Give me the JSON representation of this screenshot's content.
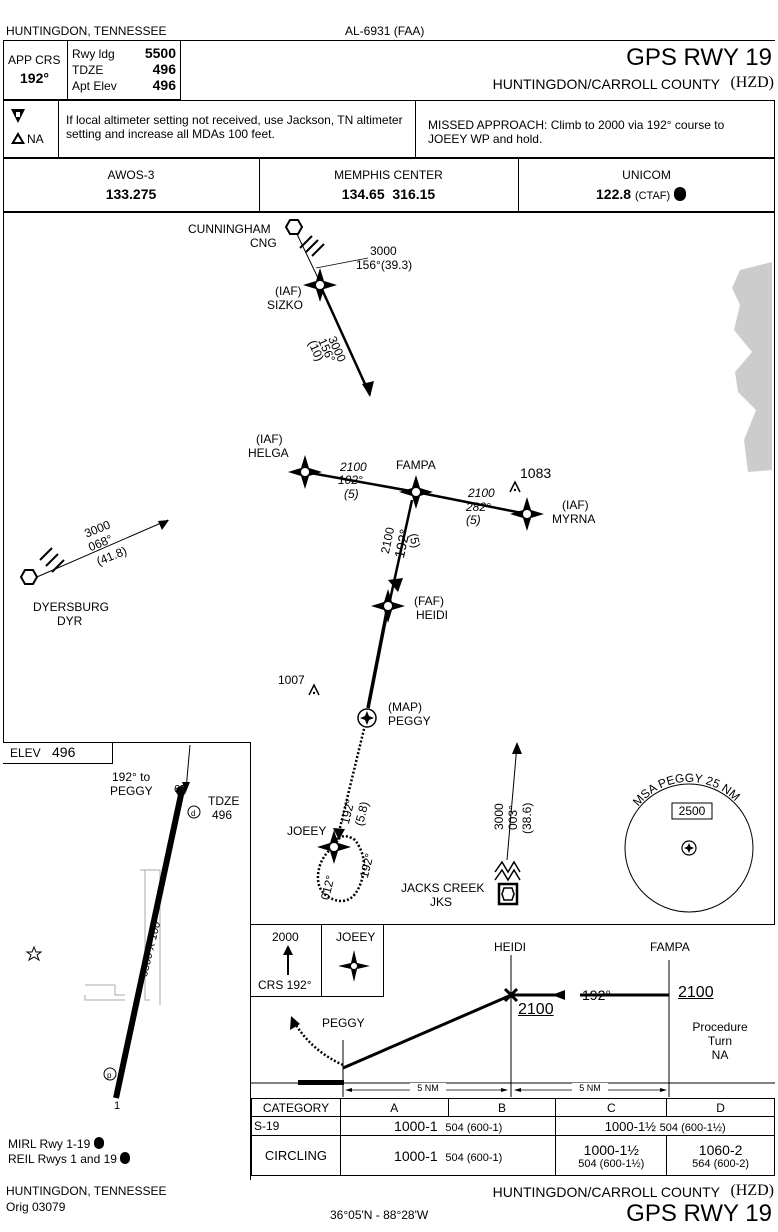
{
  "header": {
    "city_top": "HUNTINGDON, TENNESSEE",
    "chart_id": "AL-6931 (FAA)",
    "procedure": "GPS RWY 19",
    "airport": "HUNTINGDON/CARROLL COUNTY",
    "airport_id": "(HZD)",
    "app_crs_label": "APP CRS",
    "app_crs_value": "192°",
    "rwy_ldg_label": "Rwy ldg",
    "rwy_ldg_value": "5500",
    "tdze_label": "TDZE",
    "tdze_value": "496",
    "apt_elev_label": "Apt Elev",
    "apt_elev_value": "496"
  },
  "notes": {
    "alt_symbol": "T",
    "na_label": "NA",
    "altimeter_note": "If local altimeter setting not received, use Jackson, TN altimeter setting and increase all MDAs 100 feet.",
    "missed_approach": "MISSED APPROACH: Climb to 2000 via 192° course to JOEEY WP and hold."
  },
  "comms": [
    {
      "name": "AWOS-3",
      "freq": "133.275",
      "extra": ""
    },
    {
      "name": "MEMPHIS CENTER",
      "freq": "134.65  316.15",
      "extra": ""
    },
    {
      "name": "UNICOM",
      "freq": "122.8",
      "extra": "(CTAF)"
    }
  ],
  "plan": {
    "cunningham": "CUNNINGHAM",
    "cng": "CNG",
    "sizko_iaf": "(IAF)",
    "sizko": "SIZKO",
    "cng_alt": "3000",
    "cng_crs": "156°(39.3)",
    "leg1_alt": "3000",
    "leg1_crs": "156°",
    "leg1_dist": "(10)",
    "helga_iaf": "(IAF)",
    "helga": "HELGA",
    "fampa": "FAMPA",
    "helga_alt": "2100",
    "helga_crs": "102°",
    "helga_dist": "(5)",
    "myrna_alt": "2100",
    "myrna_crs": "282°",
    "myrna_dist": "(5)",
    "myrna_iaf": "(IAF)",
    "myrna": "MYRNA",
    "obs1": "1083",
    "dyr_alt": "3000",
    "dyr_crs": "068°",
    "dyr_dist": "(41.8)",
    "dyersburg": "DYERSBURG",
    "dyr": "DYR",
    "final_alt": "2100",
    "final_crs": "192°",
    "final_dist": "(5)",
    "heidi_faf": "(FAF)",
    "heidi": "HEIDI",
    "obs2": "1007",
    "peggy_map": "(MAP)",
    "peggy": "PEGGY",
    "miss_crs": "192°",
    "miss_dist": "(5.8)",
    "joeey": "JOEEY",
    "hold_out": "012°",
    "hold_in": "192°",
    "jks_alt": "3000",
    "jks_crs": "003°",
    "jks_dist": "(38.6)",
    "jacks_creek": "JACKS CREEK",
    "jks": "JKS",
    "msa_title": "MSA PEGGY 25 NM",
    "msa_alt": "2500"
  },
  "airport_sketch": {
    "elev_label": "ELEV",
    "elev_value": "496",
    "crs_note_line1": "192° to",
    "crs_note_line2": "PEGGY",
    "rwy_end_19": "19",
    "rwy_end_1": "1",
    "tdze_label": "TDZE",
    "tdze_value": "496",
    "rwy_dims": "5500 X 100",
    "lighting1": "MIRL Rwy 1-19",
    "lighting2": "REIL Rwys 1 and 19"
  },
  "profile": {
    "ma_alt": "2000",
    "ma_fix": "JOEEY",
    "ma_crs": "CRS 192°",
    "heidi": "HEIDI",
    "fampa": "FAMPA",
    "crs": "192°",
    "heidi_alt": "2100",
    "fampa_alt": "2100",
    "peggy": "PEGGY",
    "pt_note_1": "Procedure",
    "pt_note_2": "Turn",
    "pt_note_3": "NA",
    "dist1": "5 NM",
    "dist2": "5 NM"
  },
  "minimums": {
    "headers": [
      "CATEGORY",
      "A",
      "B",
      "C",
      "D"
    ],
    "s19_label": "S-19",
    "s19_ab": "1000-1",
    "s19_ab_small": "504 (600-1)",
    "s19_cd": "1000-1½",
    "s19_cd_small": "504 (600-1½)",
    "circ_label": "CIRCLING",
    "circ_ab": "1000-1",
    "circ_ab_small": "504 (600-1)",
    "circ_c": "1000-1½",
    "circ_c_small": "504 (600-1½)",
    "circ_d": "1060-2",
    "circ_d_small": "564 (600-2)"
  },
  "footer": {
    "city": "HUNTINGDON, TENNESSEE",
    "orig": "Orig  03079",
    "coords": "36°05'N - 88°28'W",
    "airport": "HUNTINGDON/CARROLL COUNTY",
    "airport_id": "(HZD)",
    "procedure": "GPS RWY 19"
  }
}
